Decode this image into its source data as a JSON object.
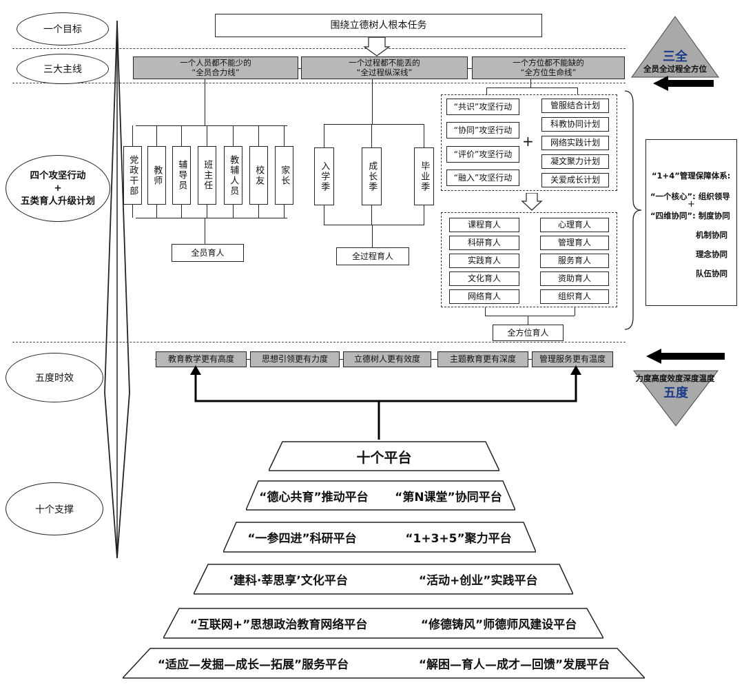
{
  "levels": {
    "goal": "一个目标",
    "mainlines": "三大主线",
    "actions_line1": "四个攻坚行动",
    "actions_plus": "+",
    "actions_line2": "五类育人升级计划",
    "effect": "五度时效",
    "support": "十个支撑"
  },
  "top_task": "围绕立德树人根本任务",
  "mainline_boxes": [
    {
      "line1": "一个人员都不能少的",
      "line2": "“全员合力线”"
    },
    {
      "line1": "一个过程都不能丢的",
      "line2": "“全过程纵深线”"
    },
    {
      "line1": "一个方位都不能缺的",
      "line2": "“全方位生命线”"
    }
  ],
  "all_staff": {
    "members": [
      "党政干部",
      "教师",
      "辅导员",
      "班主任",
      "教辅人员",
      "校友",
      "家长"
    ],
    "summary": "全员育人"
  },
  "all_process": {
    "stages": [
      "入学季",
      "成长季",
      "毕业季"
    ],
    "summary": "全过程育人"
  },
  "all_direction": {
    "actions": [
      "“共识”攻坚行动",
      "“协同”攻坚行动",
      "“评价”攻坚行动",
      "“融入”攻坚行动"
    ],
    "plus": "+",
    "plans": [
      "管服结合计划",
      "科教协同计划",
      "网络实践计划",
      "凝文聚力计划",
      "关爱成长计划"
    ],
    "education_left": [
      "课程育人",
      "科研育人",
      "实践育人",
      "文化育人",
      "网络育人"
    ],
    "education_right": [
      "心理育人",
      "管理育人",
      "服务育人",
      "资助育人",
      "组织育人"
    ],
    "summary": "全方位育人"
  },
  "triangle_top": {
    "title": "三全",
    "subtitle": "全员全过程全方位"
  },
  "triangle_bottom": {
    "title": "五度",
    "subtitle": "力度高度效度深度温度"
  },
  "guarantee": {
    "title": "“1+4”管理保障体系:",
    "core": "“一个核心”: 组织领导",
    "plus": "+",
    "coop_label": "“四维协同”: 制度协同",
    "coop_items": [
      "机制协同",
      "理念协同",
      "队伍协同"
    ]
  },
  "five_degrees": [
    "教育教学更有高度",
    "思想引领更有力度",
    "立德树人更有效度",
    "主题教育更有深度",
    "管理服务更有温度"
  ],
  "platforms": {
    "title": "十个平台",
    "rows": [
      [
        "“德心共育”推动平台",
        "“第N课堂”协同平台"
      ],
      [
        "“一参四进”科研平台",
        "“1+3+5”聚力平台"
      ],
      [
        "‘建科·莘思享’文化平台",
        "“活动+创业”实践平台"
      ],
      [
        "“互联网+”思想政治教育网络平台",
        "“修德铸风”师德师风建设平台"
      ],
      [
        "“适应—发掘—成长—拓展”服务平台",
        "“解困—育人—成才—回馈”发展平台"
      ]
    ]
  }
}
